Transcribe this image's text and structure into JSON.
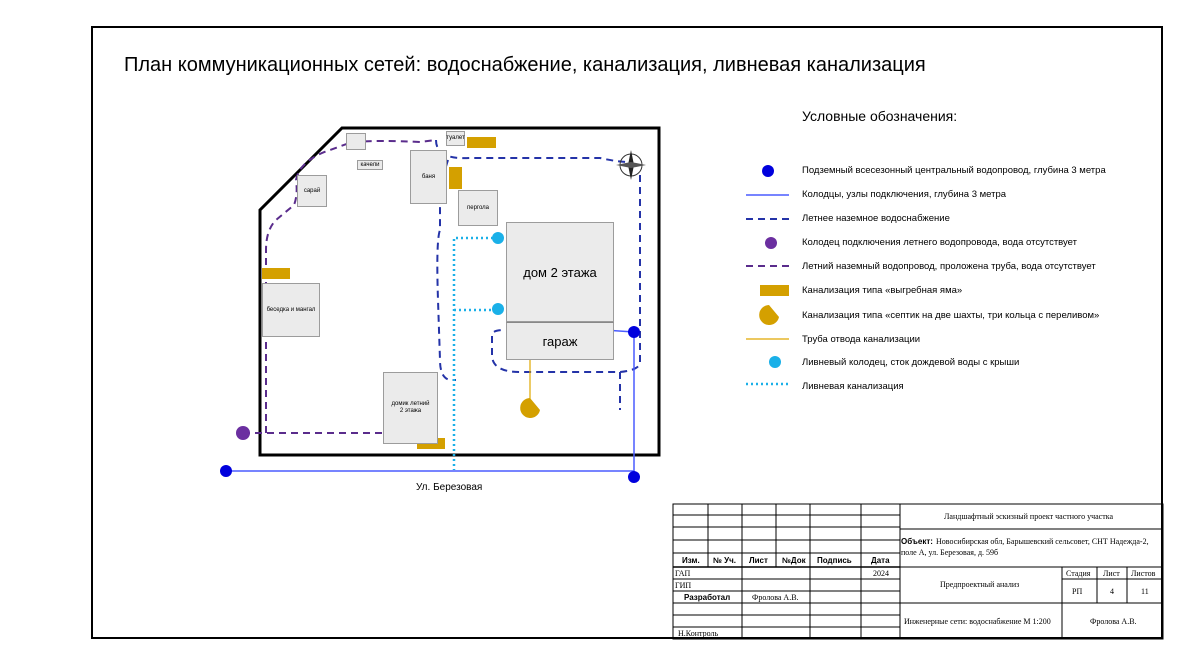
{
  "title": "План коммуникационных сетей: водоснабжение, канализация, ливневая канализация",
  "legend": {
    "heading": "Условные обозначения:",
    "items": [
      {
        "label": "Подземный всесезонный центральный водопровод, глубина 3 метра",
        "color": "#0000dd",
        "symbol": "dot"
      },
      {
        "label": "Колодцы, узлы подключения, глубина 3 метра",
        "color": "#4a5cff",
        "symbol": "line"
      },
      {
        "label": "Летнее наземное водоснабжение",
        "color": "#2433a8",
        "symbol": "dash"
      },
      {
        "label": "Колодец подключения летнего водопровода, вода отсутствует",
        "color": "#6b2fa0",
        "symbol": "dot"
      },
      {
        "label": "Летний наземный водопровод, проложена труба, вода отсутствует",
        "color": "#5a2c8c",
        "symbol": "dash"
      },
      {
        "label": "Канализация типа «выгребная яма»",
        "color": "#d4a000",
        "symbol": "rect"
      },
      {
        "label": "Канализация типа «септик на две шахты, три кольца с переливом»",
        "color": "#d4a000",
        "symbol": "pie"
      },
      {
        "label": "Труба отвода канализации",
        "color": "#e0a800",
        "symbol": "line"
      },
      {
        "label": "Ливневый колодец, сток дождевой воды с крыши",
        "color": "#1ab0e8",
        "symbol": "dot"
      },
      {
        "label": "Ливневая канализация",
        "color": "#1ab0e8",
        "symbol": "dots"
      }
    ]
  },
  "plan": {
    "street": "Ул. Березовая",
    "buildings": {
      "house": "дом 2 этажа",
      "garage": "гараж",
      "banya": "баня",
      "pergola": "пергола",
      "saray": "сарай",
      "kacheli": "качели",
      "tualet": "туалет",
      "besedka": "беседка и мангал",
      "guest_line1": "домик летний",
      "guest_line2": "2 этажа"
    }
  },
  "stamp": {
    "project": "Ландшафтный эскизный проект частного участка",
    "object_label": "Объект:",
    "object_value": "Новосибирская обл, Барышевский сельсовет, СНТ Надежда-2,",
    "object_value2": "поле А, ул. Березовая, д. 59б",
    "cols": [
      "Изм.",
      "№ Уч.",
      "Лист",
      "№Док",
      "Подпись",
      "Дата"
    ],
    "gap": "ГАП",
    "year": "2024",
    "gip": "ГИП",
    "developed": "Разработал",
    "developer": "Фролова А.В.",
    "control": "Н.Контроль",
    "stage_label": "Стадия",
    "sheet_label": "Лист",
    "sheets_label": "Листов",
    "stage": "РП",
    "sheet": "4",
    "sheets": "11",
    "analysis": "Предпроектный анализ",
    "networks": "Инженерные сети: водоснабжение М 1:200",
    "author": "Фролова А.В."
  }
}
